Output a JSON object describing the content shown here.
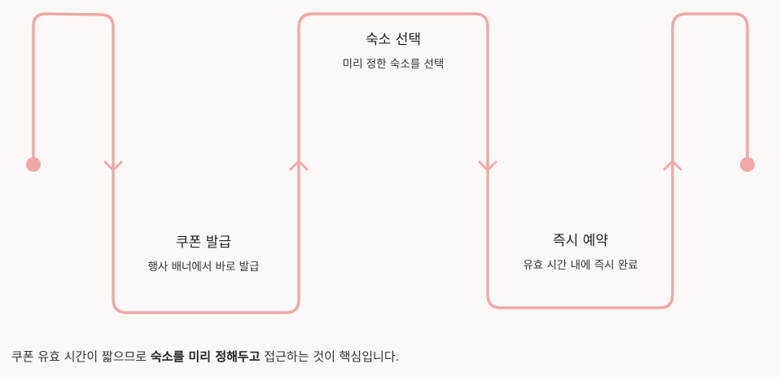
{
  "colors": {
    "line": "#f0a8a8",
    "background": "#fdf8f8"
  },
  "steps": [
    {
      "title": "쿠폰 발급",
      "desc": "행사 배너에서 바로 발급"
    },
    {
      "title": "숙소 선택",
      "desc": "미리 정한 숙소를 선택"
    },
    {
      "title": "즉시 예약",
      "desc": "유효 시간 내에 즉시 완료"
    }
  ],
  "caption": {
    "before": "쿠폰 유효 시간이 짧으므로 ",
    "bold": "숙소를 미리 정해두고",
    "after": " 접근하는 것이 핵심입니다."
  }
}
